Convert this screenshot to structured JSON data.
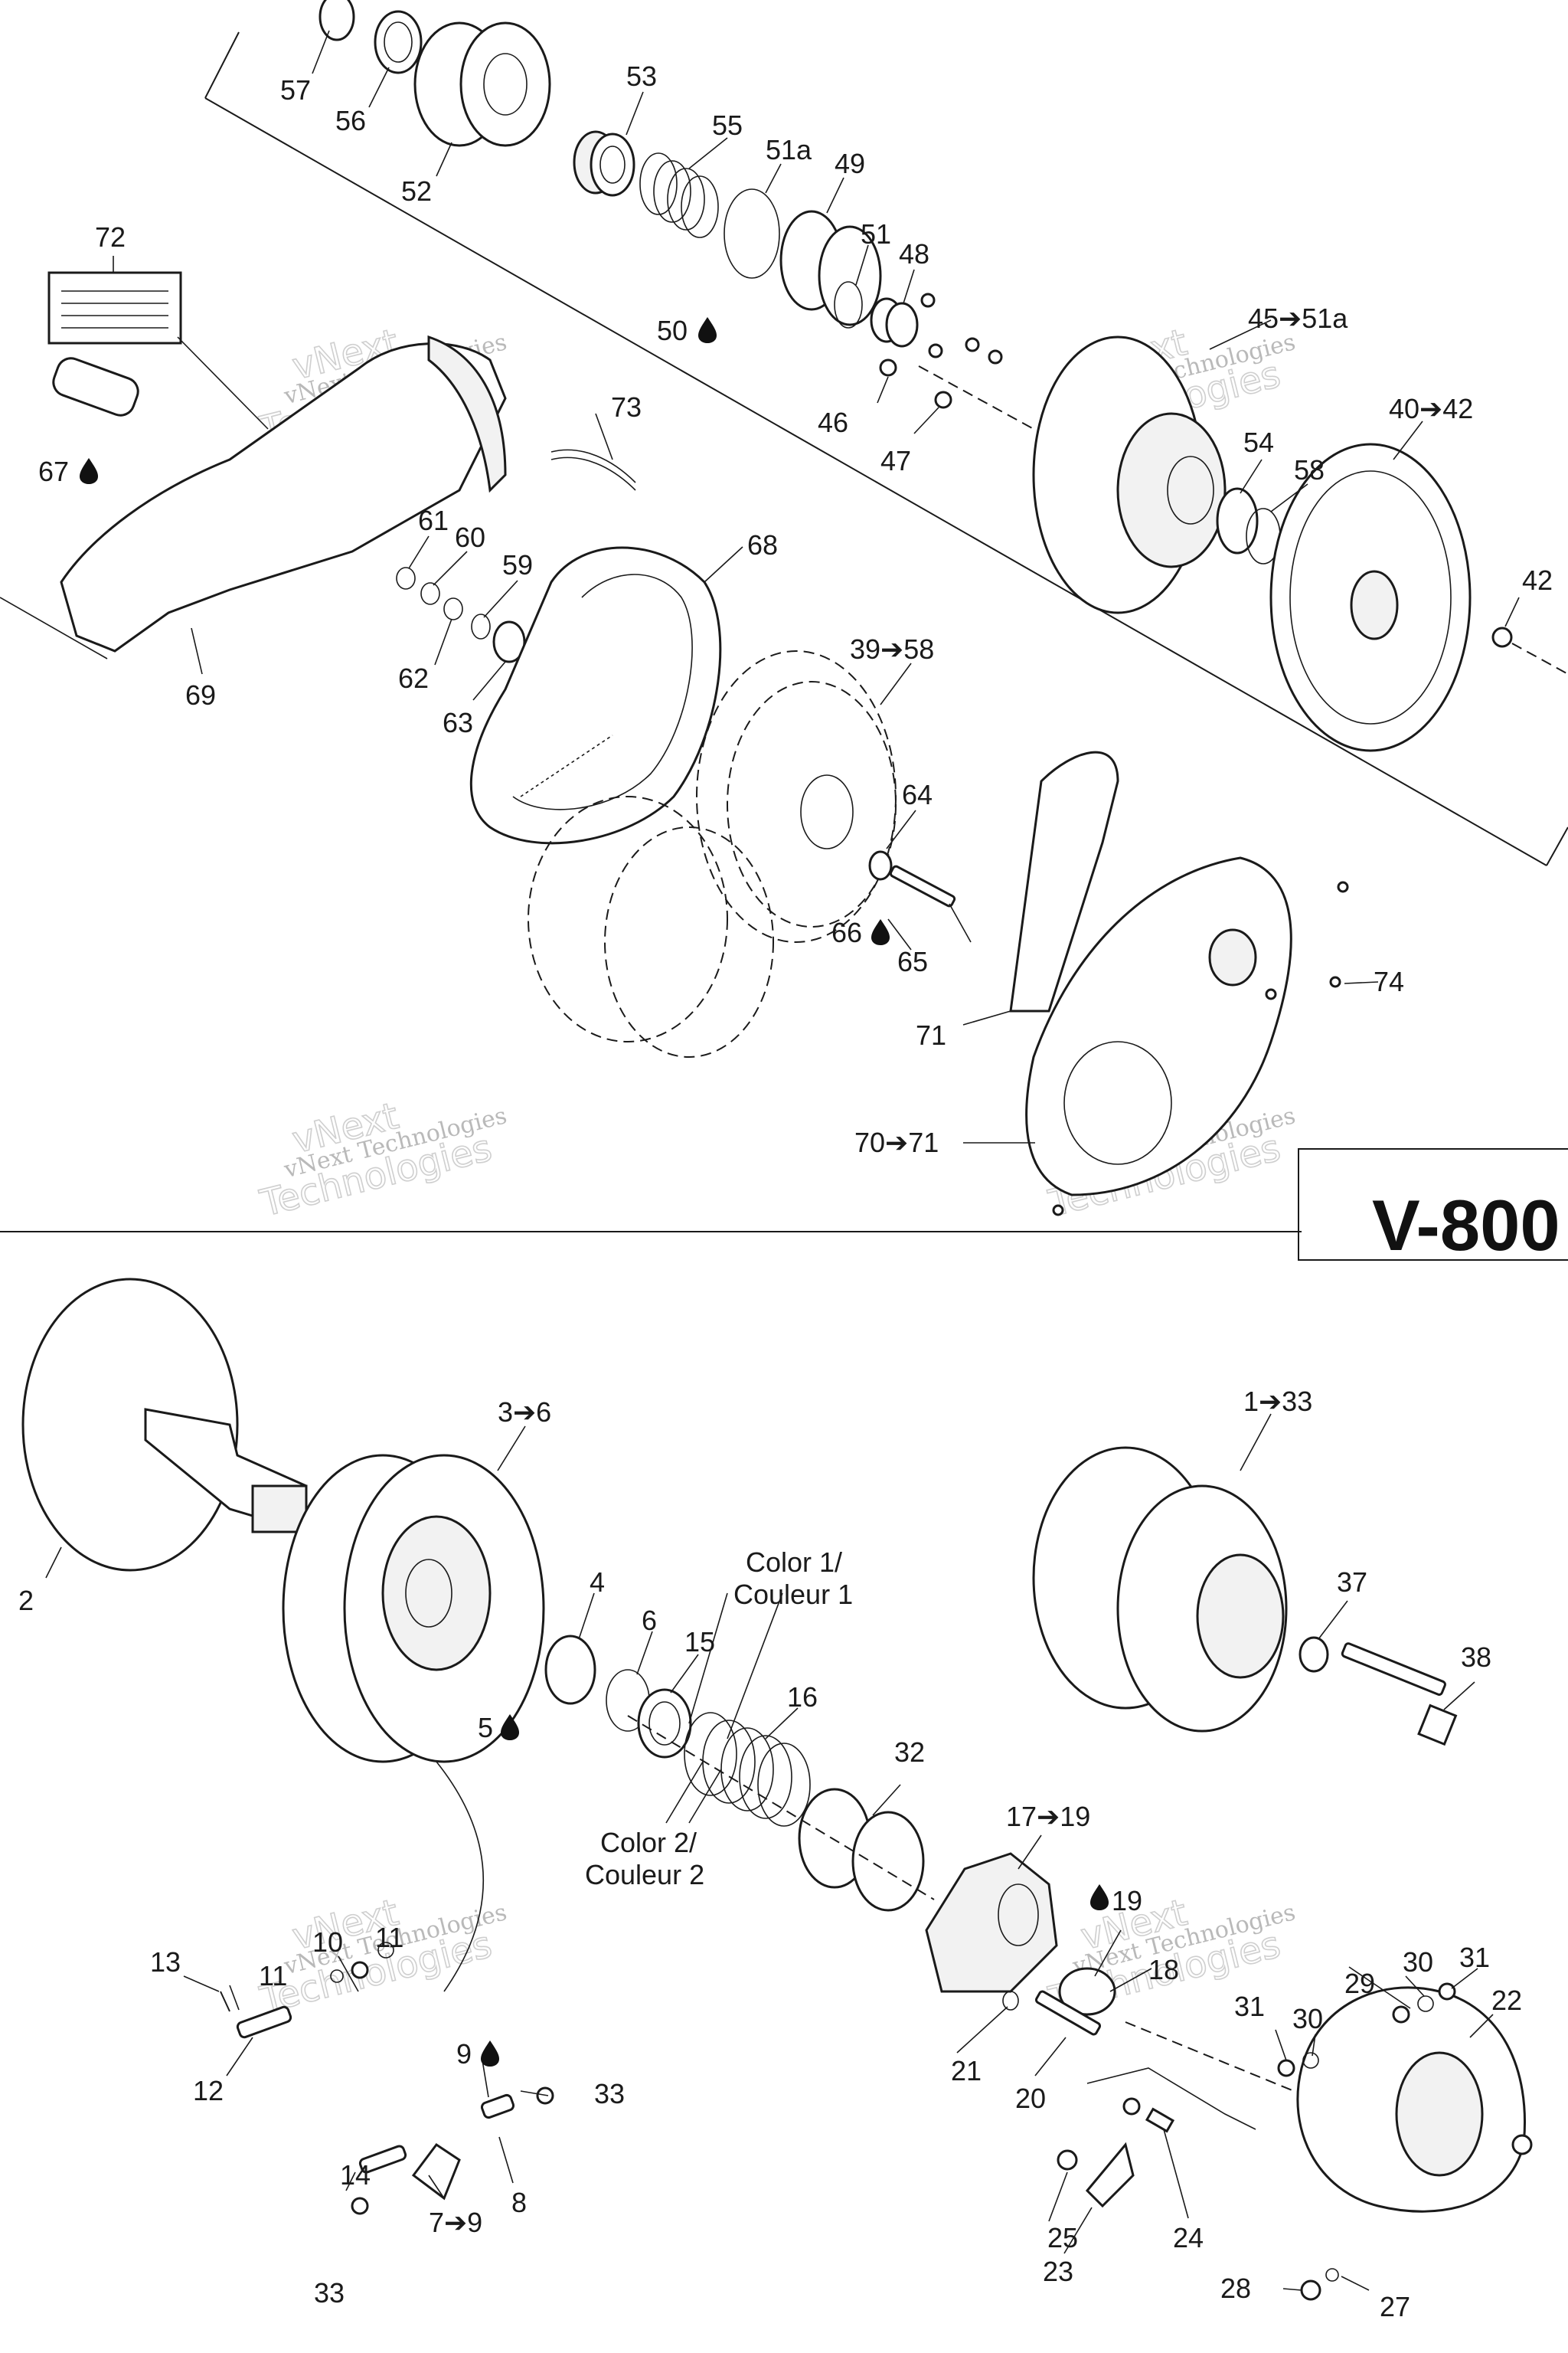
{
  "diagram": {
    "title_code": "V-800",
    "watermark": {
      "line1": "vNext Technologies",
      "line2": "vNext",
      "line3": "Technologies"
    },
    "drop_icon": "oil-drop-icon",
    "callouts": [
      {
        "id": "c57",
        "text": "57"
      },
      {
        "id": "c56",
        "text": "56"
      },
      {
        "id": "c52",
        "text": "52"
      },
      {
        "id": "c53",
        "text": "53"
      },
      {
        "id": "c55",
        "text": "55"
      },
      {
        "id": "c51a",
        "text": "51a"
      },
      {
        "id": "c49",
        "text": "49"
      },
      {
        "id": "c51",
        "text": "51"
      },
      {
        "id": "c48",
        "text": "48"
      },
      {
        "id": "c50",
        "text": "50"
      },
      {
        "id": "c46",
        "text": "46"
      },
      {
        "id": "c47",
        "text": "47"
      },
      {
        "id": "c45",
        "text": "45➔51a"
      },
      {
        "id": "c40",
        "text": "40➔42"
      },
      {
        "id": "c54",
        "text": "54"
      },
      {
        "id": "c58",
        "text": "58"
      },
      {
        "id": "c42",
        "text": "42"
      },
      {
        "id": "c72",
        "text": "72"
      },
      {
        "id": "c67",
        "text": "67"
      },
      {
        "id": "c73",
        "text": "73"
      },
      {
        "id": "c61",
        "text": "61"
      },
      {
        "id": "c60",
        "text": "60"
      },
      {
        "id": "c59",
        "text": "59"
      },
      {
        "id": "c62",
        "text": "62"
      },
      {
        "id": "c63",
        "text": "63"
      },
      {
        "id": "c68",
        "text": "68"
      },
      {
        "id": "c69",
        "text": "69"
      },
      {
        "id": "c39",
        "text": "39➔58"
      },
      {
        "id": "c64",
        "text": "64"
      },
      {
        "id": "c66",
        "text": "66"
      },
      {
        "id": "c65",
        "text": "65"
      },
      {
        "id": "c74",
        "text": "74"
      },
      {
        "id": "c71",
        "text": "71"
      },
      {
        "id": "c70",
        "text": "70➔71"
      },
      {
        "id": "c133",
        "text": "1➔33"
      },
      {
        "id": "c36",
        "text": "3➔6"
      },
      {
        "id": "c2",
        "text": "2"
      },
      {
        "id": "c4",
        "text": "4"
      },
      {
        "id": "c6",
        "text": "6"
      },
      {
        "id": "c15",
        "text": "15"
      },
      {
        "id": "c5",
        "text": "5"
      },
      {
        "id": "col1a",
        "text": "Color 1/"
      },
      {
        "id": "col1b",
        "text": "Couleur 1"
      },
      {
        "id": "c16",
        "text": "16"
      },
      {
        "id": "c37",
        "text": "37"
      },
      {
        "id": "c38",
        "text": "38"
      },
      {
        "id": "c32",
        "text": "32"
      },
      {
        "id": "col2a",
        "text": "Color 2/"
      },
      {
        "id": "col2b",
        "text": "Couleur 2"
      },
      {
        "id": "c1719",
        "text": "17➔19"
      },
      {
        "id": "c19",
        "text": "19"
      },
      {
        "id": "c18",
        "text": "18"
      },
      {
        "id": "c10",
        "text": "10"
      },
      {
        "id": "c11a",
        "text": "11"
      },
      {
        "id": "c11b",
        "text": "11"
      },
      {
        "id": "c13",
        "text": "13"
      },
      {
        "id": "c12",
        "text": "12"
      },
      {
        "id": "c9",
        "text": "9"
      },
      {
        "id": "c33a",
        "text": "33"
      },
      {
        "id": "c8",
        "text": "8"
      },
      {
        "id": "c14",
        "text": "14"
      },
      {
        "id": "c79",
        "text": "7➔9"
      },
      {
        "id": "c33b",
        "text": "33"
      },
      {
        "id": "c21",
        "text": "21"
      },
      {
        "id": "c20",
        "text": "20"
      },
      {
        "id": "c30a",
        "text": "30"
      },
      {
        "id": "c31a",
        "text": "31"
      },
      {
        "id": "c29",
        "text": "29"
      },
      {
        "id": "c22",
        "text": "22"
      },
      {
        "id": "c31b",
        "text": "31"
      },
      {
        "id": "c30b",
        "text": "30"
      },
      {
        "id": "c25",
        "text": "25"
      },
      {
        "id": "c24",
        "text": "24"
      },
      {
        "id": "c23",
        "text": "23"
      },
      {
        "id": "c28",
        "text": "28"
      },
      {
        "id": "c27",
        "text": "27"
      }
    ]
  }
}
